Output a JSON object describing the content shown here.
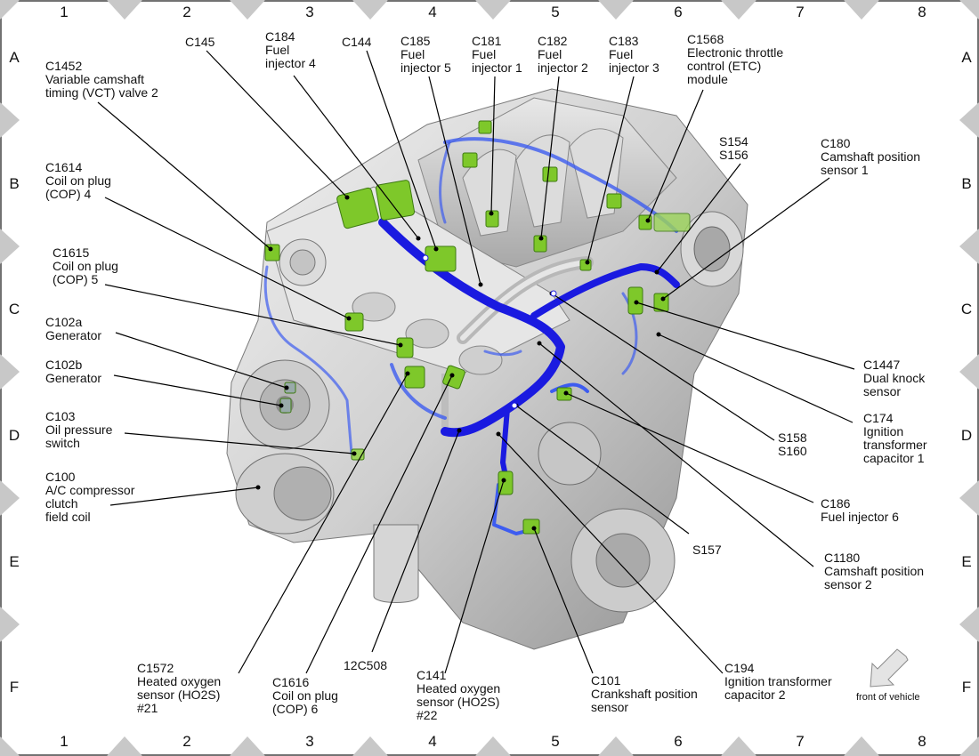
{
  "grid": {
    "columns": [
      "1",
      "2",
      "3",
      "4",
      "5",
      "6",
      "7",
      "8"
    ],
    "rows": [
      "A",
      "B",
      "C",
      "D",
      "E",
      "F"
    ]
  },
  "front_of_vehicle": "front of vehicle",
  "callouts": [
    {
      "id": "C145",
      "text": "C145"
    },
    {
      "id": "C184",
      "text": "C184\nFuel\ninjector 4"
    },
    {
      "id": "C144",
      "text": "C144"
    },
    {
      "id": "C185",
      "text": "C185\nFuel\ninjector 5"
    },
    {
      "id": "C181",
      "text": "C181\nFuel\ninjector 1"
    },
    {
      "id": "C182",
      "text": "C182\nFuel\ninjector 2"
    },
    {
      "id": "C183",
      "text": "C183\nFuel\ninjector 3"
    },
    {
      "id": "C1568",
      "text": "C1568\nElectronic throttle\ncontrol (ETC)\nmodule"
    },
    {
      "id": "C1452",
      "text": "C1452\nVariable camshaft\ntiming (VCT) valve 2"
    },
    {
      "id": "S154",
      "text": "S154\nS156"
    },
    {
      "id": "C180",
      "text": "C180\nCamshaft position\nsensor 1"
    },
    {
      "id": "C1614",
      "text": "C1614\nCoil on plug\n(COP) 4"
    },
    {
      "id": "C1615",
      "text": "C1615\nCoil on plug\n(COP) 5"
    },
    {
      "id": "C102a",
      "text": "C102a\nGenerator"
    },
    {
      "id": "C102b",
      "text": "C102b\nGenerator"
    },
    {
      "id": "C103",
      "text": "C103\nOil pressure\nswitch"
    },
    {
      "id": "C100",
      "text": "C100\nA/C compressor\nclutch\nfield coil"
    },
    {
      "id": "C1447",
      "text": "C1447\nDual knock\nsensor"
    },
    {
      "id": "C174",
      "text": "C174\nIgnition\ntransformer\ncapacitor 1"
    },
    {
      "id": "S158",
      "text": "S158\nS160"
    },
    {
      "id": "C186",
      "text": "C186\nFuel injector 6"
    },
    {
      "id": "S157",
      "text": "S157"
    },
    {
      "id": "C1180",
      "text": "C1180\nCamshaft position\nsensor 2"
    },
    {
      "id": "C1572",
      "text": "C1572\nHeated oxygen\nsensor (HO2S)\n#21"
    },
    {
      "id": "C1616",
      "text": "C1616\nCoil on plug\n(COP) 6"
    },
    {
      "id": "12C508",
      "text": "12C508"
    },
    {
      "id": "C141",
      "text": "C141\nHeated oxygen\nsensor (HO2S)\n#22"
    },
    {
      "id": "C101",
      "text": "C101\nCrankshaft position\nsensor"
    },
    {
      "id": "C194",
      "text": "C194\nIgnition transformer\ncapacitor 2"
    }
  ],
  "colors": {
    "harness": "#1a1ae0",
    "connector": "#7ec82a",
    "connector_dark": "#3d7a10",
    "engine": "#d4d4d4",
    "engine_shadow": "#9a9a9a",
    "frame_triangle": "#c8c8c8"
  }
}
